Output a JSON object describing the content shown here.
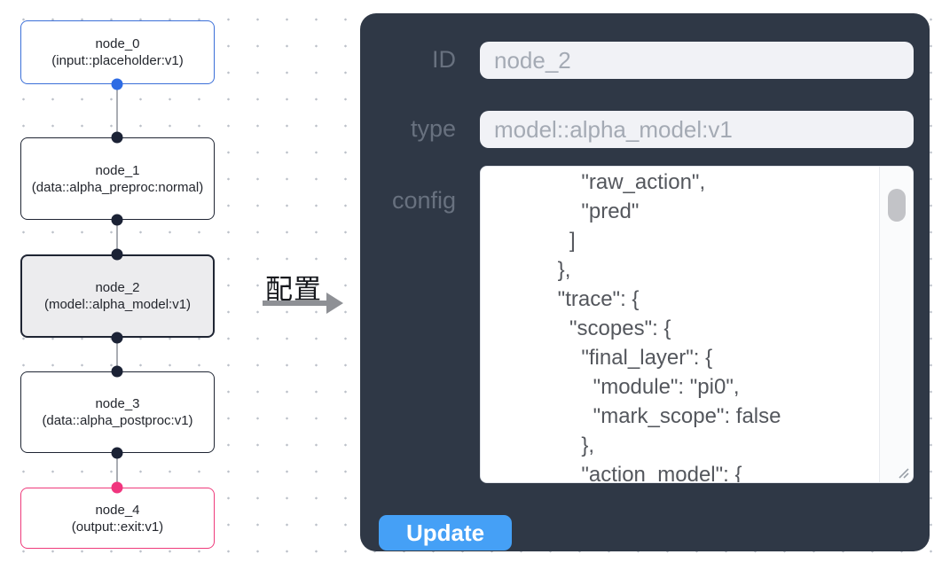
{
  "flow": {
    "nodes": [
      {
        "title": "node_0",
        "subtitle": "(input::placeholder:v1)"
      },
      {
        "title": "node_1",
        "subtitle": "(data::alpha_preproc:normal)"
      },
      {
        "title": "node_2",
        "subtitle": "(model::alpha_model:v1)"
      },
      {
        "title": "node_3",
        "subtitle": "(data::alpha_postproc:v1)"
      },
      {
        "title": "node_4",
        "subtitle": "(output::exit:v1)"
      }
    ]
  },
  "arrow": {
    "label": "配置"
  },
  "panel": {
    "id_label": "ID",
    "id_value": "node_2",
    "type_label": "type",
    "type_value": "model::alpha_model:v1",
    "config_label": "config",
    "config_value": "        \"raw_action\",\n        \"pred\"\n      ]\n    },\n    \"trace\": {\n      \"scopes\": {\n        \"final_layer\": {\n          \"module\": \"pi0\",\n          \"mark_scope\": false\n        },\n        \"action_model\": {",
    "update_label": "Update"
  },
  "colors": {
    "panel_bg": "#2f3846",
    "button_blue": "#45a0f6",
    "input_node_border": "#3b6fd8",
    "output_node_border": "#ee3a7b",
    "default_node_border": "#1f2533",
    "selected_node_fill": "#ececee",
    "port_blue": "#2e6ce4",
    "port_dark": "#1b2235",
    "port_pink": "#f0357e"
  }
}
